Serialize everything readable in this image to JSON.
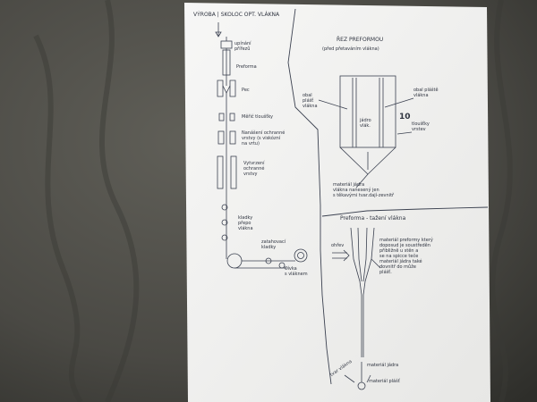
{
  "colors": {
    "fabric_dark": "#3a3a36",
    "fabric_mid": "#55544e",
    "paper": "#f4f4f2",
    "ink": "#3b4150"
  },
  "left_panel": {
    "title": "VÝROBA | SKOLOC OPT. VLÁKNA",
    "labels": {
      "preform_feed": "upínání\npřířezů",
      "preform": "Preforma",
      "furnace": "Pec",
      "diameter_gauge": "Měřič tloušťky",
      "coating_1": "Nanášení ochranné\nvrstvy (s viskózní\nna vrtu)",
      "coating_2": "Vytvrzení\nochranné\nvrstvy",
      "guide_rollers": "kladky\npřepo\nvlákna",
      "tension_rollers": "zatahovací\nkladky",
      "spool": "Cívka\ns vláknem"
    }
  },
  "top_right_panel": {
    "title": "ŘEZ PREFORMOU",
    "subtitle": "(před přetaváním vlákna)",
    "labels": {
      "cladding_left": "obal\nplášť\nvlákna",
      "cladding_right": "obal pláště\nvlákna",
      "core": "jádro\nvlák.",
      "layers_count": "10",
      "layers_text": "tloušťky\nvrstev",
      "note": "materiál jádra\nvlákna nanesený jen\ns těkavými tvar.dají-zevnitř"
    }
  },
  "bottom_right_panel": {
    "title": "Preforma - tažení vlákna",
    "labels": {
      "heating": "ohřev",
      "description": "materiál preformy který\ndoposud je soustředěn\npřibližně u stěn a\nse na spicce teče\nmateriál jádra také\ndovnitř do může\nplášť.",
      "fiber_core": "materiál jádra",
      "fiber_label": "tvar vlákna",
      "cladding": "materiál plášť"
    }
  }
}
